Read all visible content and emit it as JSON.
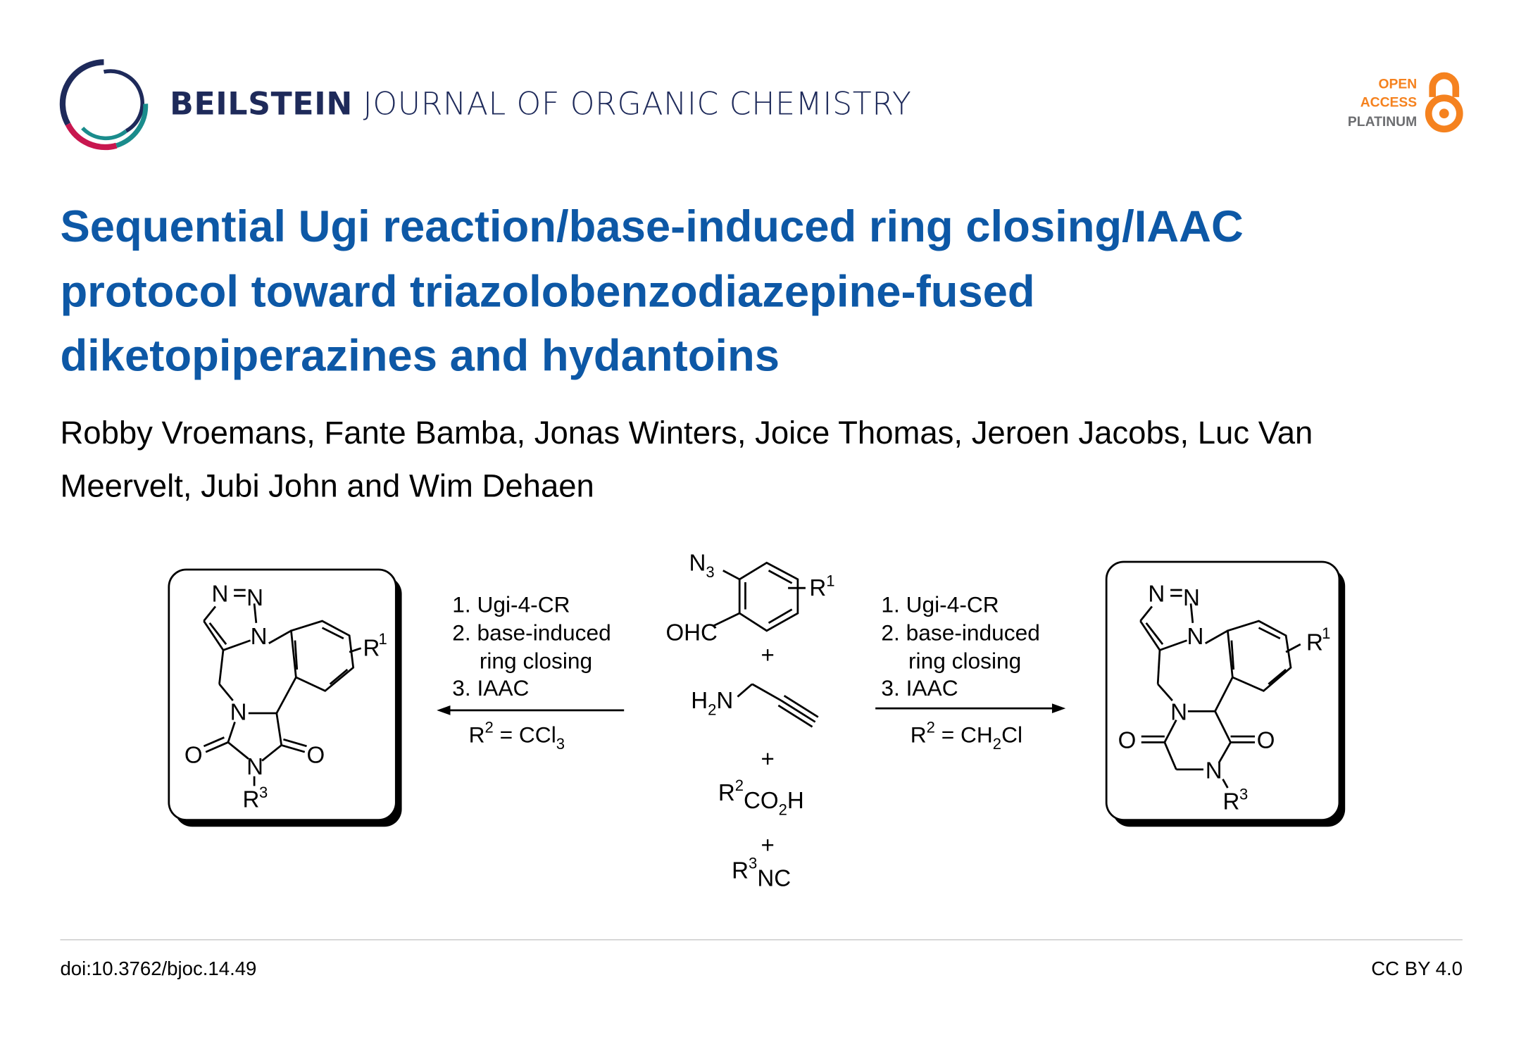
{
  "header": {
    "journal_bold": "BEILSTEIN",
    "journal_rest": "JOURNAL OF ORGANIC CHEMISTRY",
    "badge": [
      "OPEN",
      "ACCESS",
      "PLATINUM"
    ]
  },
  "colors": {
    "title": "#0d58a6",
    "journal": "#1e2a5a",
    "badge_orange": "#f5821f",
    "badge_grey": "#6d6e71"
  },
  "title": "Sequential Ugi reaction/base-induced ring closing/IAAC protocol toward triazolobenzodiazepine-fused diketopiperazines and hydantoins",
  "authors": "Robby Vroemans, Fante Bamba, Jonas Winters, Joice Thomas, Jeroen Jacobs, Luc Van Meervelt, Jubi John and Wim Dehaen",
  "scheme": {
    "steps": [
      "1. Ugi-4-CR",
      "2. base-induced",
      "ring closing",
      "3. IAAC"
    ],
    "left_condition": {
      "r": "R",
      "sup": "2",
      "eq": " = CCl",
      "sub": "3"
    },
    "right_condition": {
      "r": "R",
      "sup": "2",
      "eq": " = CH",
      "sub": "2",
      "tail": "Cl"
    },
    "labels": {
      "N": "N",
      "O": "O",
      "R": "R",
      "one": "1",
      "two": "2",
      "three": "3",
      "N3": "N",
      "OHC": "OHC",
      "H2N_H": "H",
      "H2N_N": "N",
      "plus": "+",
      "CO": "CO",
      "H": "H",
      "NC": "NC"
    }
  },
  "footer": {
    "doi": "doi:10.3762/bjoc.14.49",
    "license": "CC BY 4.0"
  }
}
